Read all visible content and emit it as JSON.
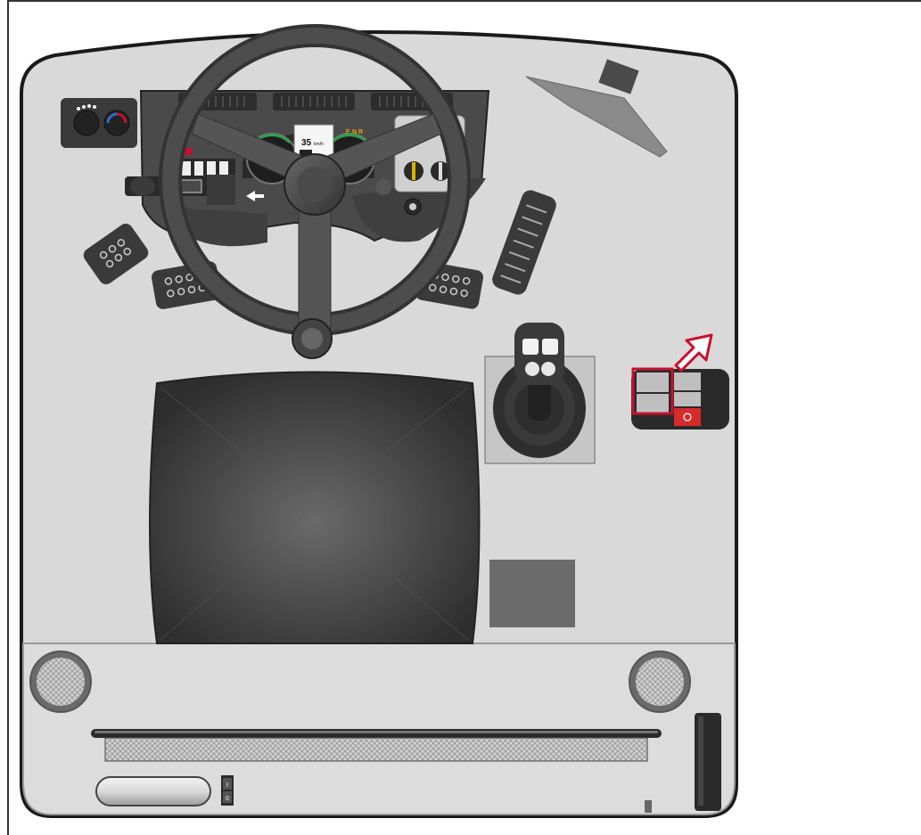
{
  "diagram": {
    "caption": "",
    "dashboard": {
      "speed_value": "35",
      "speed_unit": "km/h",
      "gear_letters": [
        "F",
        "N",
        "R"
      ]
    },
    "console_switch_labels": {
      "off": "0",
      "on": "I"
    },
    "colors": {
      "cab_floor": "#d9d9d9",
      "cab_outline": "#1a1a1a",
      "seat": "#3a3a3a",
      "highlight": "#c8102e",
      "power_button": "#d62b2b"
    },
    "callout": {
      "target": "rocker-switch-pair",
      "style": "red-arrow-and-frame"
    }
  }
}
